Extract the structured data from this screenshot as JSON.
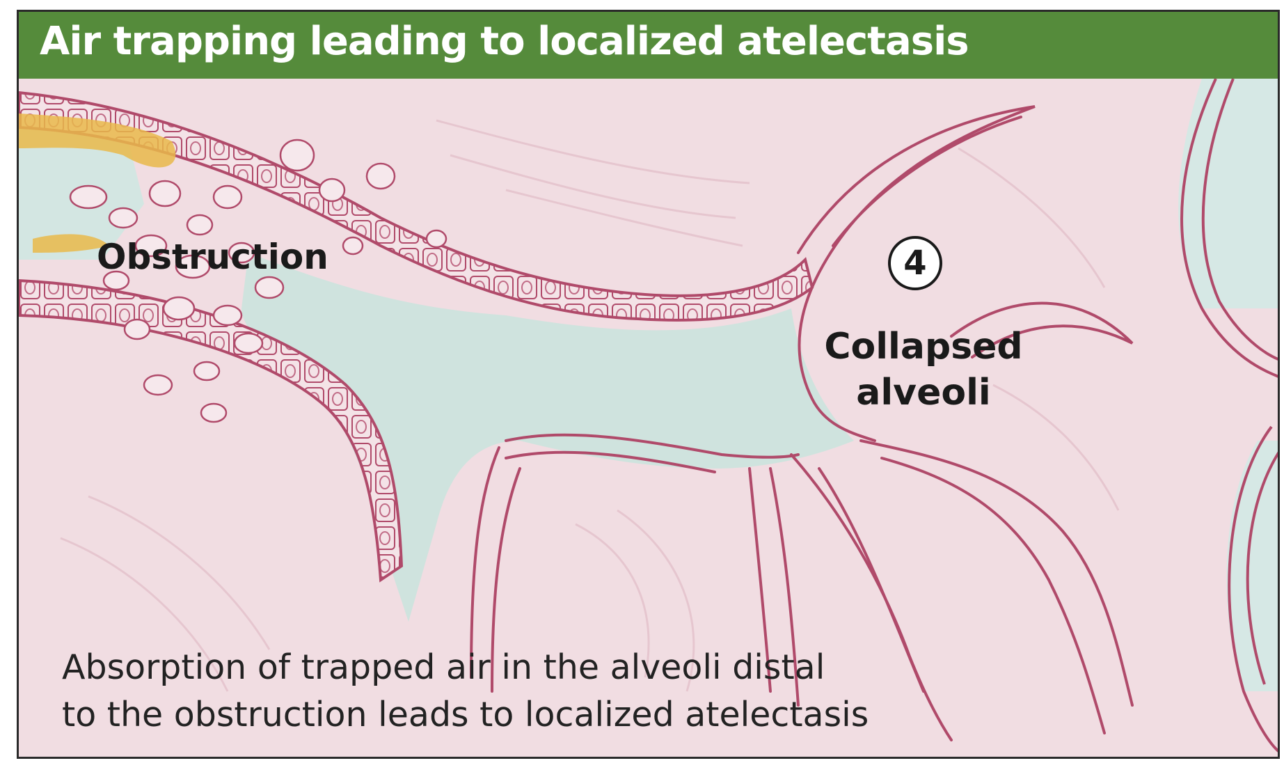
{
  "panel": {
    "title": "Air trapping leading to localized atelectasis"
  },
  "labels": {
    "obstruction": "Obstruction",
    "step_number": "4",
    "collapsed_line1": "Collapsed",
    "collapsed_line2": "alveoli"
  },
  "caption": {
    "line1": "Absorption of trapped air in the alveoli distal",
    "line2": "to the obstruction leads to localized atelectasis"
  },
  "colors": {
    "title_bar": "#558b3b",
    "tissue": "#f1dde2",
    "airway_lumen": "#cfe3de",
    "wall_line": "#b04a6a",
    "mucus": "#e9b94a"
  }
}
